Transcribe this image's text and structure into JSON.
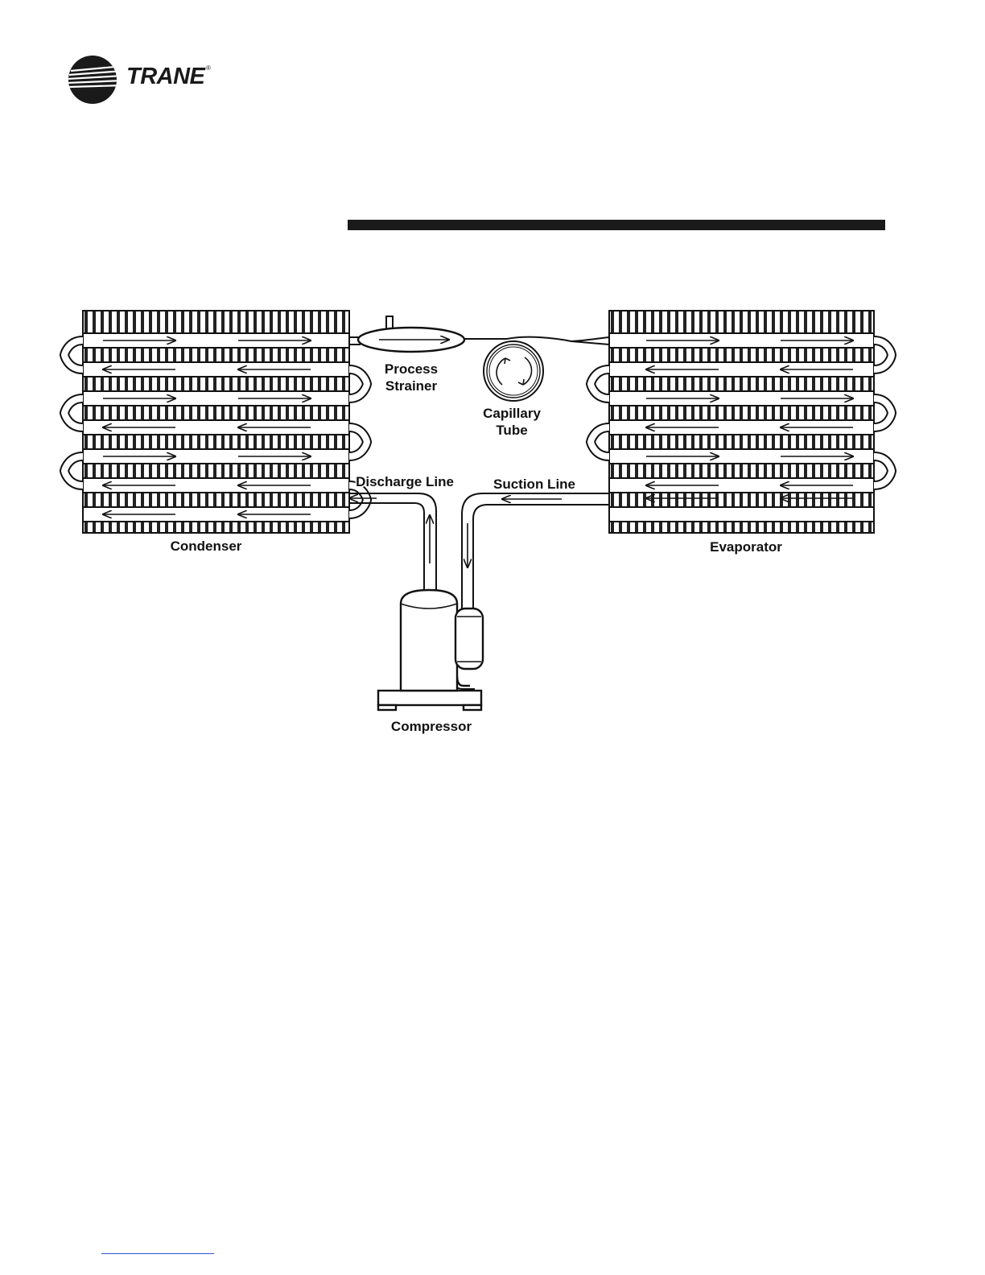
{
  "brand": {
    "name": "TRANE",
    "mark": "®",
    "accent": "#1a1a1a"
  },
  "diagram": {
    "labels": {
      "condenser": "Condenser",
      "evaporator": "Evaporator",
      "process_strainer_1": "Process",
      "process_strainer_2": "Strainer",
      "capillary_1": "Capillary",
      "capillary_2": "Tube",
      "discharge": "Discharge Line",
      "suction": "Suction Line",
      "compressor": "Compressor"
    },
    "line_color": "#111111",
    "fin_color": "#222222"
  }
}
